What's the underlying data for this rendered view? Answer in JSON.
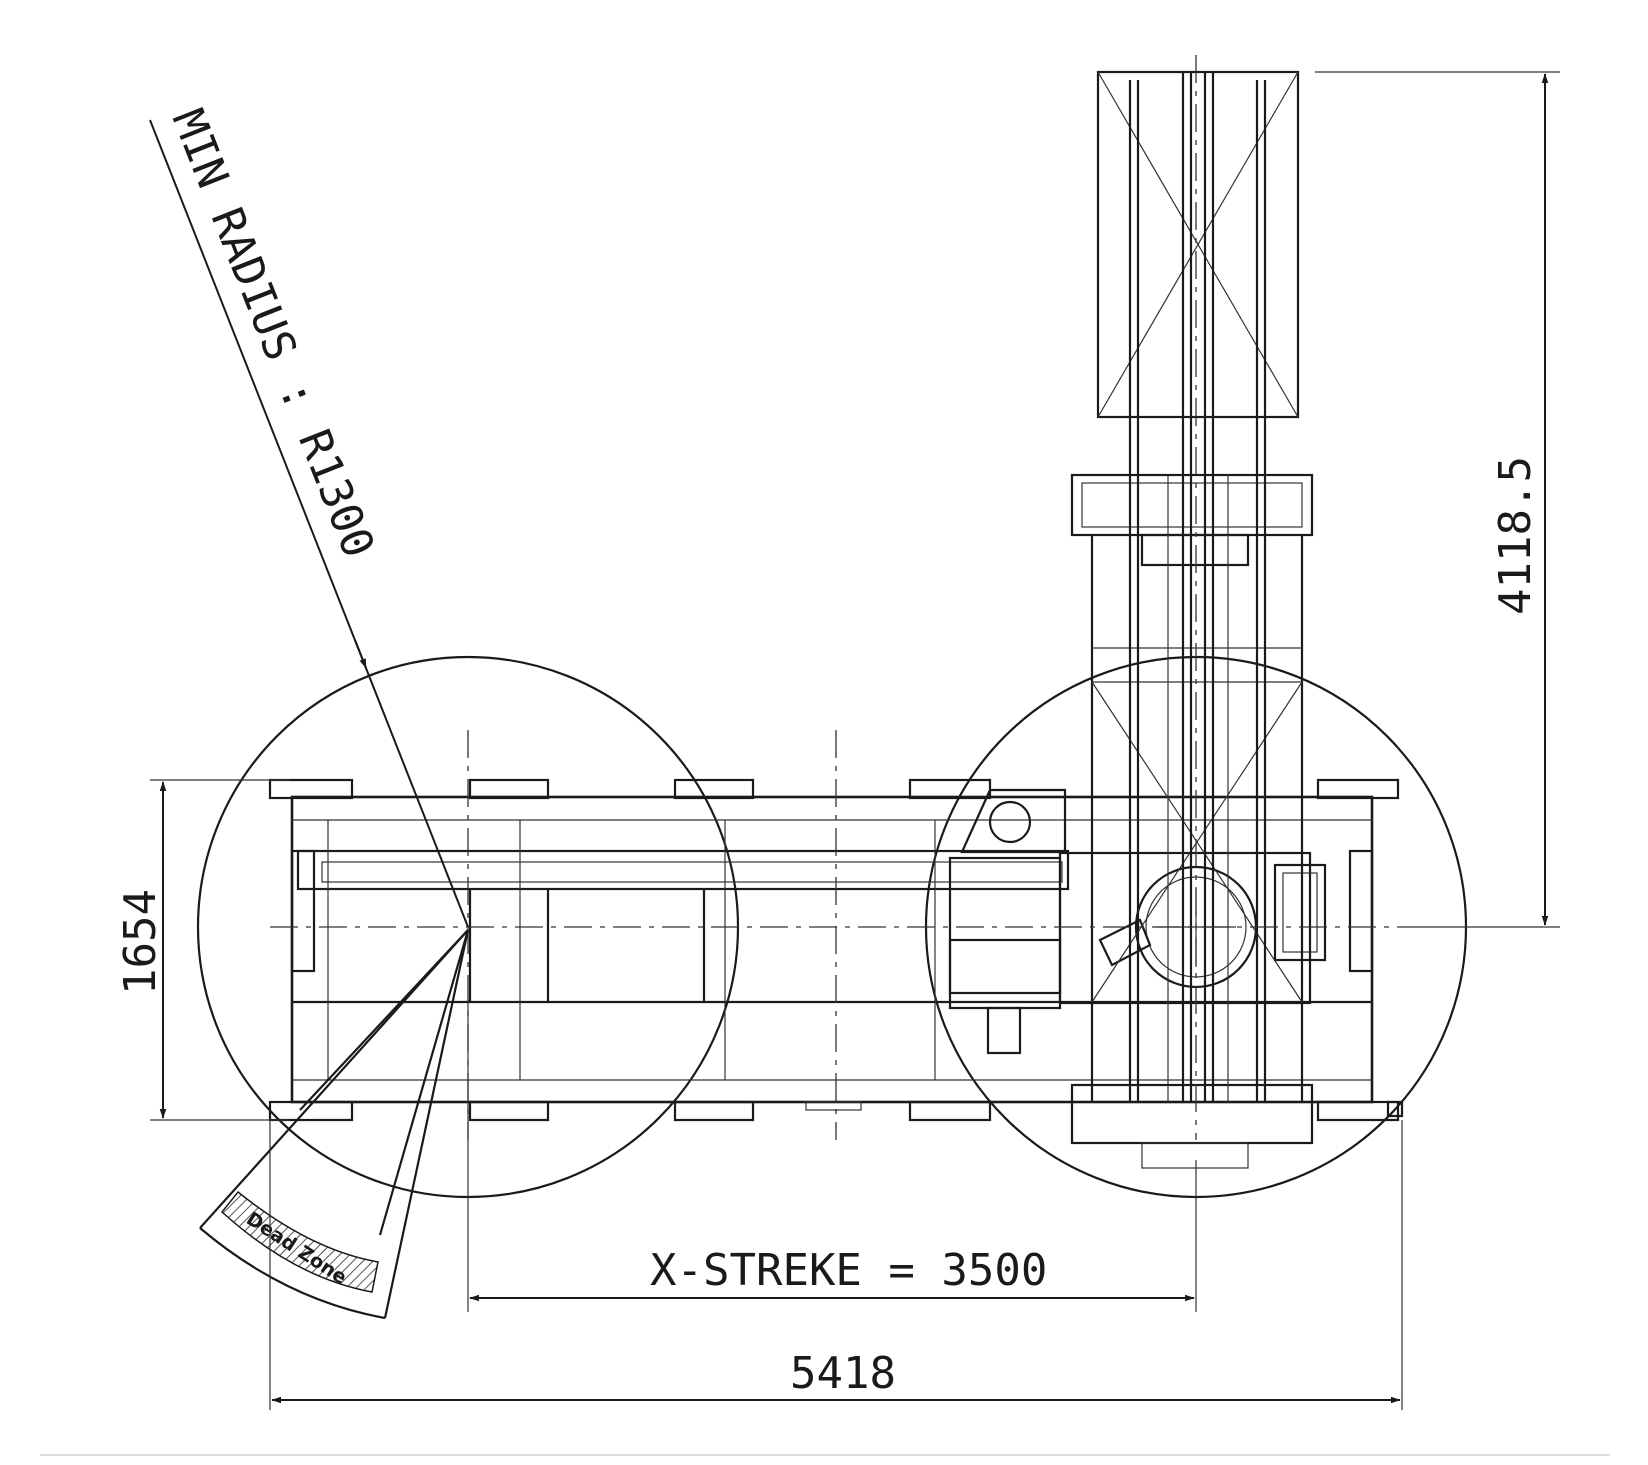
{
  "labels": {
    "min_radius": "MIN RADIUS : R1300",
    "x_stroke": "X-STREKE = 3500",
    "overall_length": "5418",
    "width": "1654",
    "height": "4118.5",
    "dead_zone": "Dead Zone"
  },
  "colors": {
    "line": "#1a1a1a",
    "background": "#ffffff",
    "hatch": "#555555"
  }
}
